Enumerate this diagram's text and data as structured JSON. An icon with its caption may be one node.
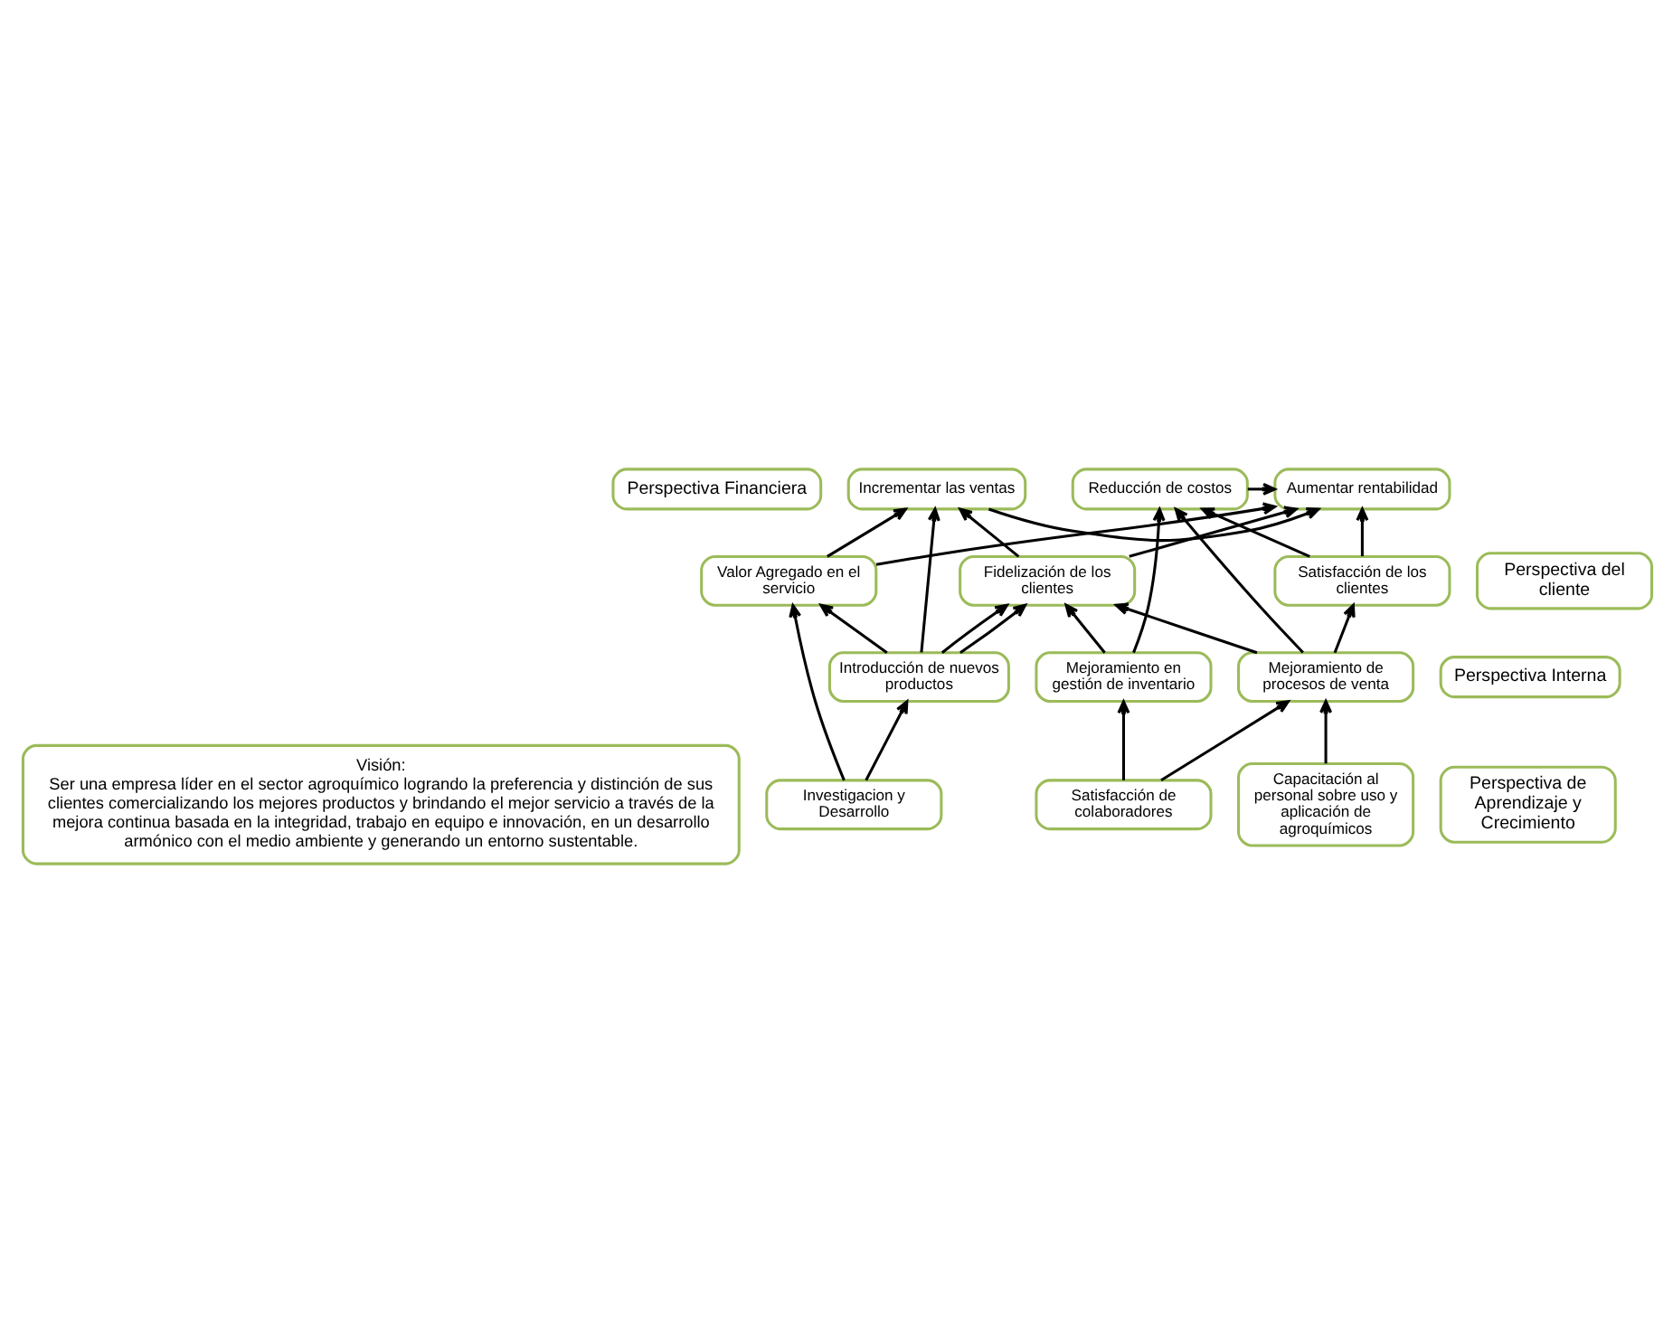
{
  "diagram": {
    "nodes": [
      {
        "text": [
          "Visión:",
          "Ser una empresa líder en el sector agroquímico logrando la preferencia y distinción de sus clientes comercializando los mejores productos y brindando el mejor servicio a través de la mejora continua basada en la integridad, trabajo en equipo e innovación, en un desarrollo armónico con el medio ambiente y generando un entorno sustentable."
        ]
      },
      {
        "text": [
          "Perspectiva Financiera"
        ]
      },
      {
        "text": [
          "Incrementar las ventas"
        ]
      },
      {
        "text": [
          "Aumentar rentabilidad"
        ]
      },
      {
        "text": [
          "Reducción de costos"
        ]
      },
      {
        "text": [
          "Perspectiva del cliente"
        ]
      },
      {
        "text": [
          "Valor Agregado en el servicio"
        ]
      },
      {
        "text": [
          "Fidelización de los clientes"
        ]
      },
      {
        "text": [
          "Satisfacción de los clientes"
        ]
      },
      {
        "text": [
          "Perspectiva Interna"
        ]
      },
      {
        "text": [
          "Introducción de nuevos productos"
        ]
      },
      {
        "text": [
          "Mejoramiento en gestión de inventario"
        ]
      },
      {
        "text": [
          "Mejoramiento de procesos de venta"
        ]
      },
      {
        "text": [
          "Perspectiva de Aprendizaje y Crecimiento"
        ]
      },
      {
        "text": [
          "Investigacion y Desarrollo"
        ]
      },
      {
        "text": [
          "Satisfacción de colaboradores"
        ]
      },
      {
        "text": [
          "Capacitación al personal sobre uso y aplicación de agroquímicos"
        ]
      }
    ],
    "edges": [
      {
        "from": 2,
        "to": 3,
        "arrow": "to"
      },
      {
        "from": 4,
        "to": 3,
        "arrow": "to"
      },
      {
        "from": 6,
        "to": 2,
        "arrow": "to"
      },
      {
        "from": 6,
        "to": 3,
        "arrow": "to"
      },
      {
        "from": 7,
        "to": 2,
        "arrow": "to"
      },
      {
        "from": 7,
        "to": 3,
        "arrow": "to"
      },
      {
        "from": 8,
        "to": 3,
        "arrow": "to"
      },
      {
        "from": 8,
        "to": 4,
        "arrow": "to"
      },
      {
        "from": 10,
        "to": 2,
        "arrow": "to"
      },
      {
        "from": 10,
        "to": 6,
        "arrow": "to"
      },
      {
        "from": 10,
        "to": 7,
        "arrow": "to"
      },
      {
        "from": 10,
        "to": 7,
        "arrow": "to"
      },
      {
        "from": 11,
        "to": 7,
        "arrow": "to"
      },
      {
        "from": 11,
        "to": 4,
        "arrow": "to"
      },
      {
        "from": 12,
        "to": 7,
        "arrow": "to"
      },
      {
        "from": 12,
        "to": 8,
        "arrow": "to"
      },
      {
        "from": 12,
        "to": 4,
        "arrow": "to"
      },
      {
        "from": 14,
        "to": 6,
        "arrow": "to"
      },
      {
        "from": 14,
        "to": 10,
        "arrow": "to"
      },
      {
        "from": 15,
        "to": 11,
        "arrow": "to"
      },
      {
        "from": 15,
        "to": 12,
        "arrow": "to"
      },
      {
        "from": 16,
        "to": 12,
        "arrow": "to"
      }
    ]
  }
}
